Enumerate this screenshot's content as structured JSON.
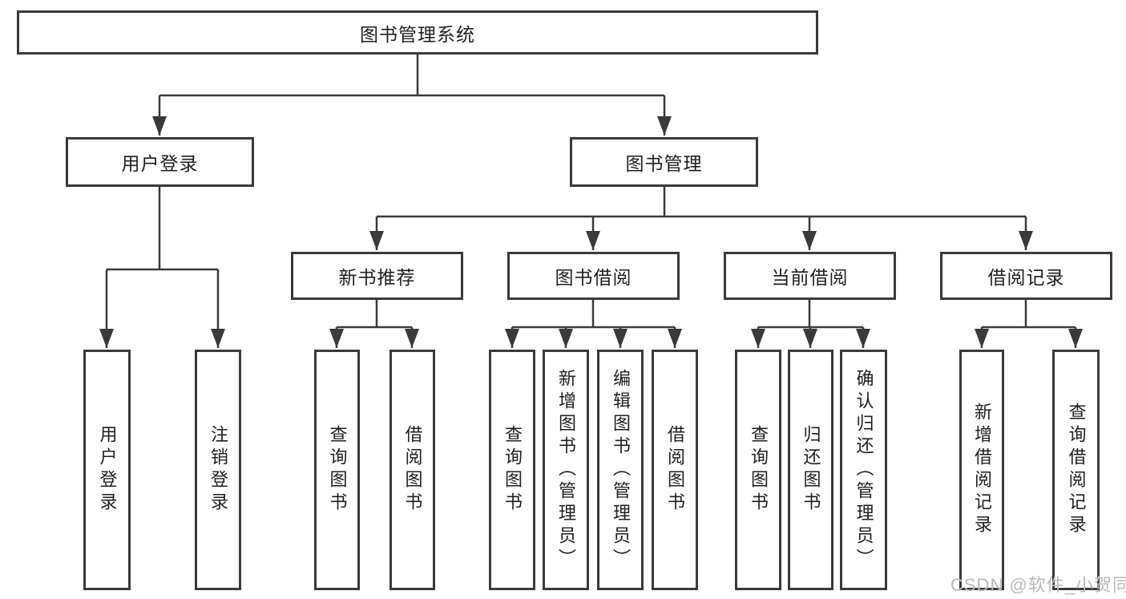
{
  "tree": {
    "root": "图书管理系统",
    "children": [
      {
        "label": "用户登录",
        "children": [
          "用户登录",
          "注销登录"
        ]
      },
      {
        "label": "图书管理",
        "children": [
          {
            "label": "新书推荐",
            "children": [
              "查询图书",
              "借阅图书"
            ]
          },
          {
            "label": "图书借阅",
            "children": [
              "查询图书",
              "新增图书（管理员）",
              "编辑图书（管理员）",
              "借阅图书"
            ]
          },
          {
            "label": "当前借阅",
            "children": [
              "查询图书",
              "归还图书",
              "确认归还（管理员）"
            ]
          },
          {
            "label": "借阅记录",
            "children": [
              "新增借阅记录",
              "查询借阅记录"
            ]
          }
        ]
      }
    ]
  },
  "watermark": "CSDN @软件_小贺同学",
  "colors": {
    "line": "#3a3a3a",
    "box_border": "#3a3a3a",
    "text": "#1f1f1f",
    "watermark": "#b9b9b9",
    "background": "#ffffff"
  }
}
